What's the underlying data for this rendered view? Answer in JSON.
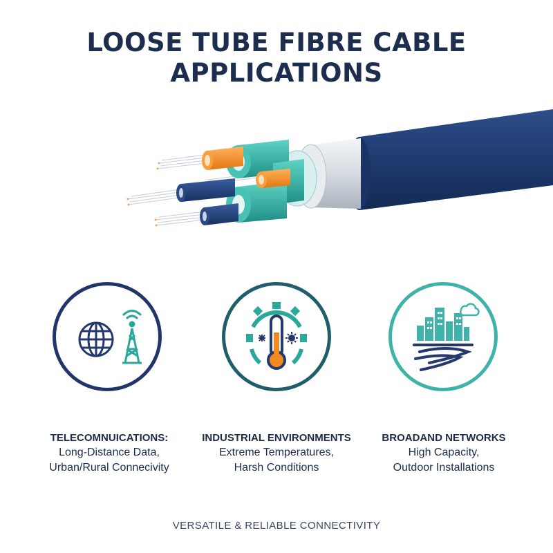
{
  "title": {
    "line1": "LOOSE TUBE FIBRE CABLE",
    "line2": "APPLICATIONS"
  },
  "colors": {
    "navy": "#1f3a6e",
    "teal": "#2aa89a",
    "orange": "#f28a22",
    "silver": "#dfe3e8"
  },
  "applications": [
    {
      "icon": "globe-antenna-icon",
      "title": "TELECOMNUICATIONS:",
      "line1": "Long-Distance Data,",
      "line2": "Urban/Rural Connecivity"
    },
    {
      "icon": "gear-thermometer-icon",
      "title": "INDUSTRIAL ENVIRONMENTS",
      "line1": "Extreme Temperatures,",
      "line2": "Harsh Conditions"
    },
    {
      "icon": "city-network-icon",
      "title": "BROADAND NETWORKS",
      "line1": "High Capacity,",
      "line2": "Outdoor Installations"
    }
  ],
  "footer": "VERSATILE & RELIABLE CONNECTIVITY"
}
